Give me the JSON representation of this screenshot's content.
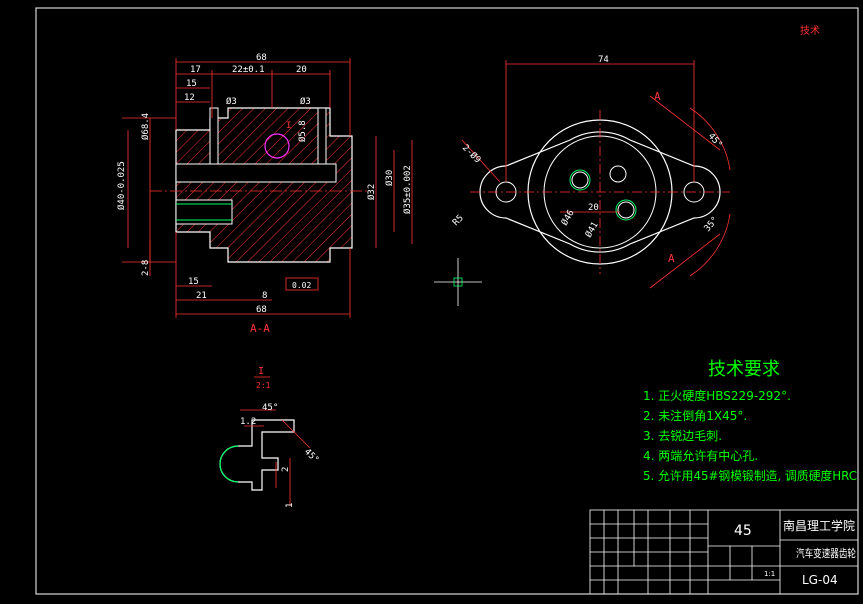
{
  "corner_mark": "技术",
  "section_view": {
    "label": "A-A",
    "dims_top": {
      "overall": "68",
      "d17": "17",
      "d22": "22±0.1",
      "d20": "20",
      "d15": "15",
      "d12": "12"
    },
    "holes": {
      "left": "Ø3",
      "right": "Ø3",
      "note": "Ø5.8"
    },
    "dims_left": {
      "d1": "Ø68.4",
      "d2": "Ø40-0.025",
      "d3": "2-8"
    },
    "dims_right": {
      "d1": "Ø32",
      "d2": "Ø30",
      "d3": "Ø35±0.002"
    },
    "dims_bottom": {
      "d15": "15",
      "d21": "21",
      "d8": "8",
      "d68": "68"
    },
    "callout_i": "I",
    "tol_box": "0.02"
  },
  "flange_view": {
    "width_dim": "74",
    "label_a_top": "A",
    "label_a_bottom": "A",
    "angle_top": "45°",
    "angle_bottom": "35°",
    "holes_label": "2-Ø9",
    "small_r": "R5",
    "inner1": "Ø46",
    "inner2": "Ø41",
    "inner3": "20"
  },
  "detail_view": {
    "label": "I",
    "scale": "2:1",
    "angle1": "45°",
    "angle2": "45°",
    "dim1": "1.2",
    "dim2": "2",
    "dim3": "1"
  },
  "notes": {
    "title": "技术要求",
    "items": [
      "1. 正火硬度HBS229-292°.",
      "2. 未注倒角1X45°.",
      "3. 去锐边毛刺.",
      "4. 两端允许有中心孔.",
      "5. 允许用45#钢模锻制造, 调质硬度HRC"
    ]
  },
  "title_block": {
    "material": "45",
    "school": "南昌理工学院",
    "part_name": "汽车变速器齿轮",
    "drawing_no": "LG-04",
    "scale": "1:1"
  }
}
